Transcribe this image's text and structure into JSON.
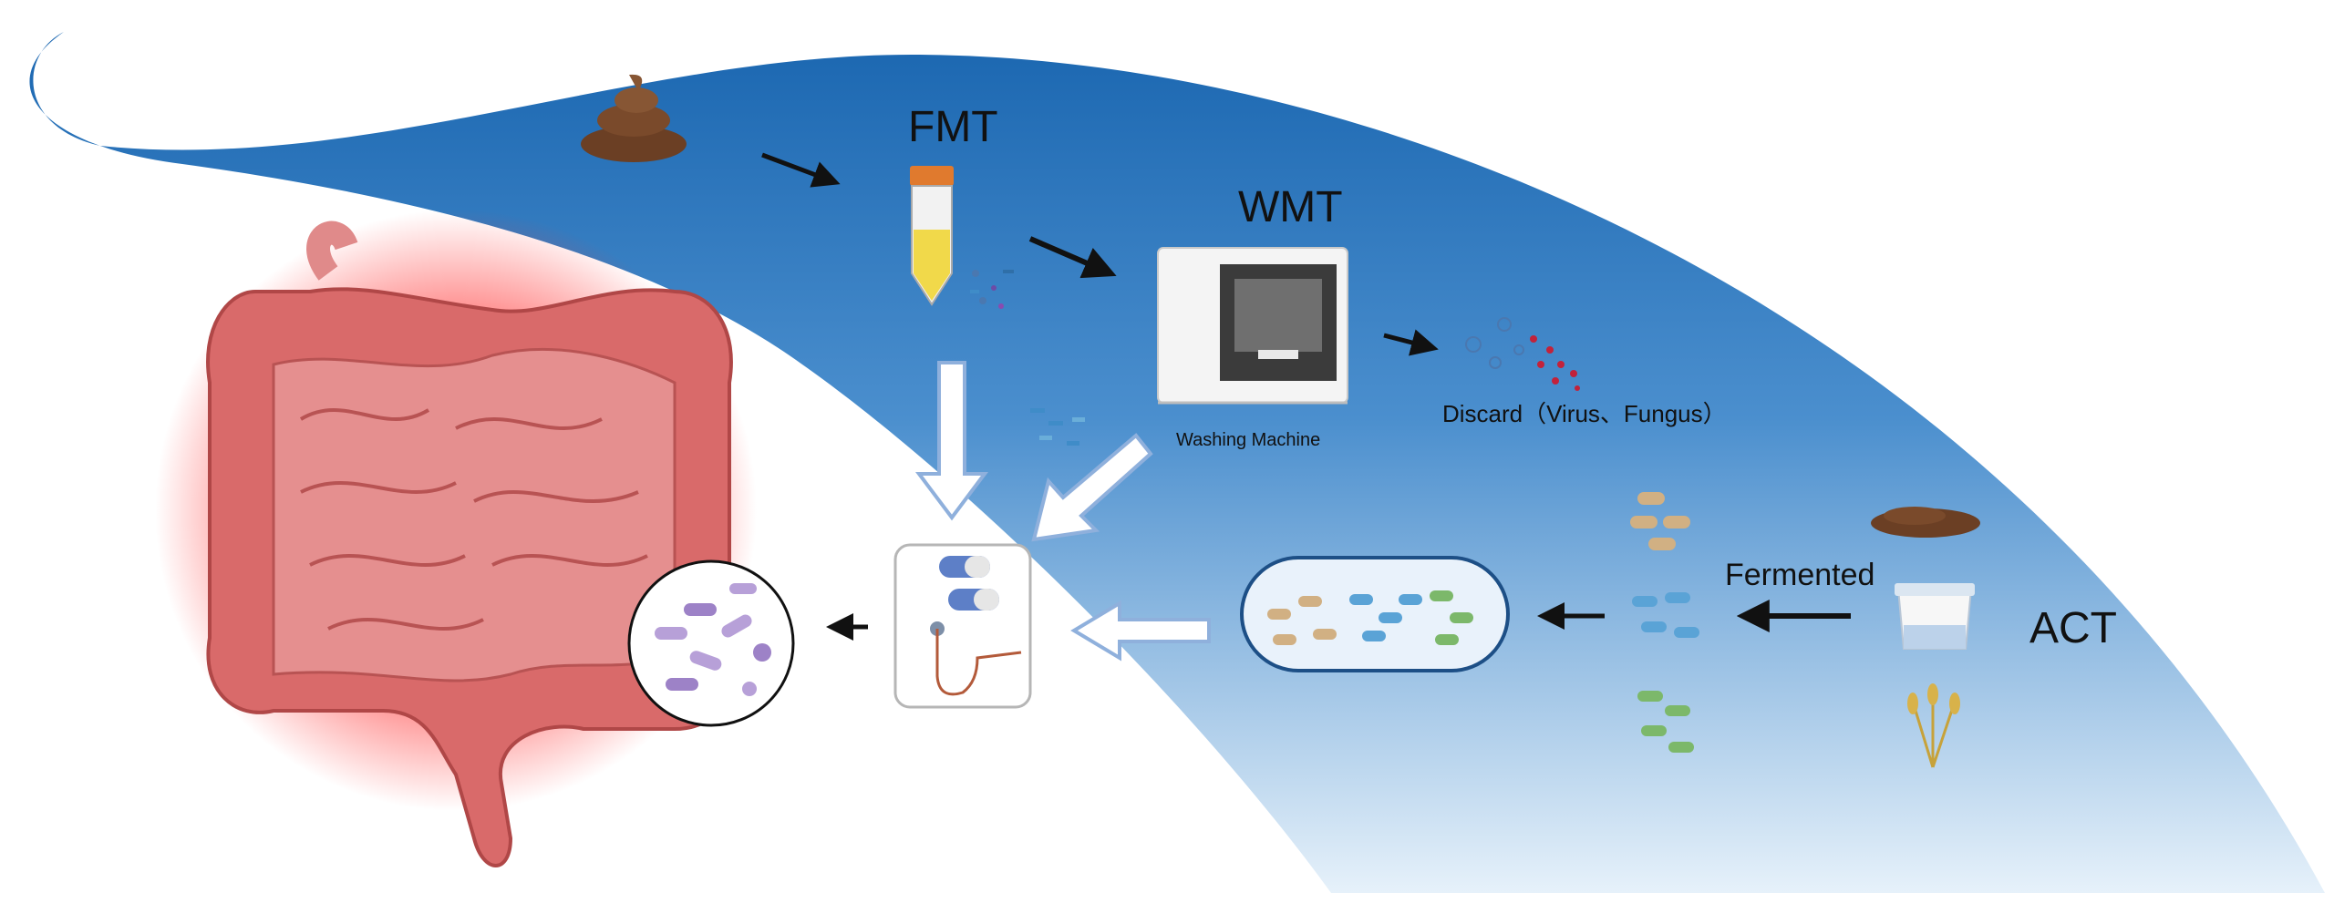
{
  "labels": {
    "fmt": "FMT",
    "wmt": "WMT",
    "act": "ACT",
    "fermented": "Fermented",
    "washing_machine": "Washing Machine",
    "discard": "Discard（Virus、Fungus）"
  },
  "colors": {
    "wave_top": "#1f6fb8",
    "wave_bottom": "#cfe3f4",
    "intestine": "#d96a6a",
    "intestine_glow": "#ff3b3b",
    "arrow_outline": "#8fb0dc",
    "bacteria_tan": "#d1b083",
    "bacteria_blue": "#5aa3d6",
    "bacteria_green": "#7cb86a",
    "bacteria_purple": "#b7a0d8"
  }
}
